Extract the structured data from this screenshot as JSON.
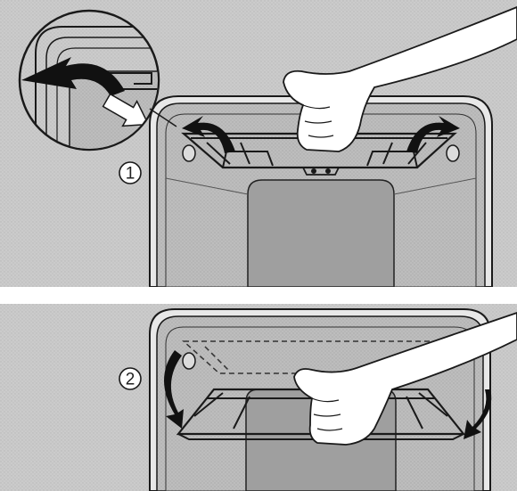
{
  "figure": {
    "colors": {
      "background": "#c9c9c9",
      "oven_cavity": "#b7b7b7",
      "oven_wall": "#a6a6a6",
      "outline": "#1a1a1a",
      "hand": "#ffffff",
      "arrow": "#1a1a1a"
    },
    "steps": [
      {
        "number": "1",
        "description_icon": "lift-rack-arrows"
      },
      {
        "number": "2",
        "description_icon": "rotate-rack-arrows"
      }
    ]
  }
}
